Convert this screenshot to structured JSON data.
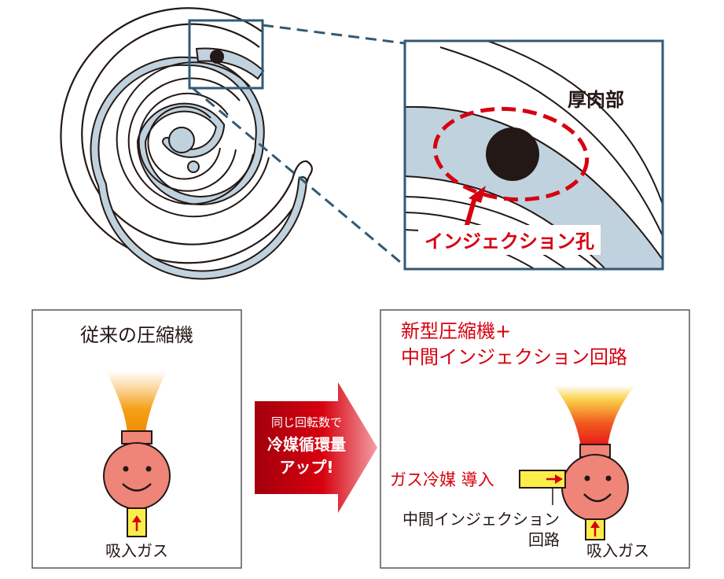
{
  "zoom_panel": {
    "thick_part_label": "厚肉部",
    "injection_port_label": "インジェクション孔"
  },
  "conventional": {
    "title": "従来の圧縮機",
    "intake_label": "吸入ガス"
  },
  "center_arrow": {
    "line1": "同じ回転数で",
    "line2": "冷媒循環量",
    "line3": "アップ!"
  },
  "new_model": {
    "title_line1": "新型圧縮機+",
    "title_line2": "中間インジェクション回路",
    "gas_label": "ガス冷媒 導入",
    "circuit_line1": "中間インジェクション",
    "circuit_line2": "回路",
    "intake_label": "吸入ガス"
  },
  "colors": {
    "frame": "#325a75",
    "scroll_fill": "#bfd2de",
    "accent_red": "#d7000f",
    "face": "#ef8478",
    "pipe_yellow": "#fcee4a",
    "flame_orange": "#f08c00"
  }
}
